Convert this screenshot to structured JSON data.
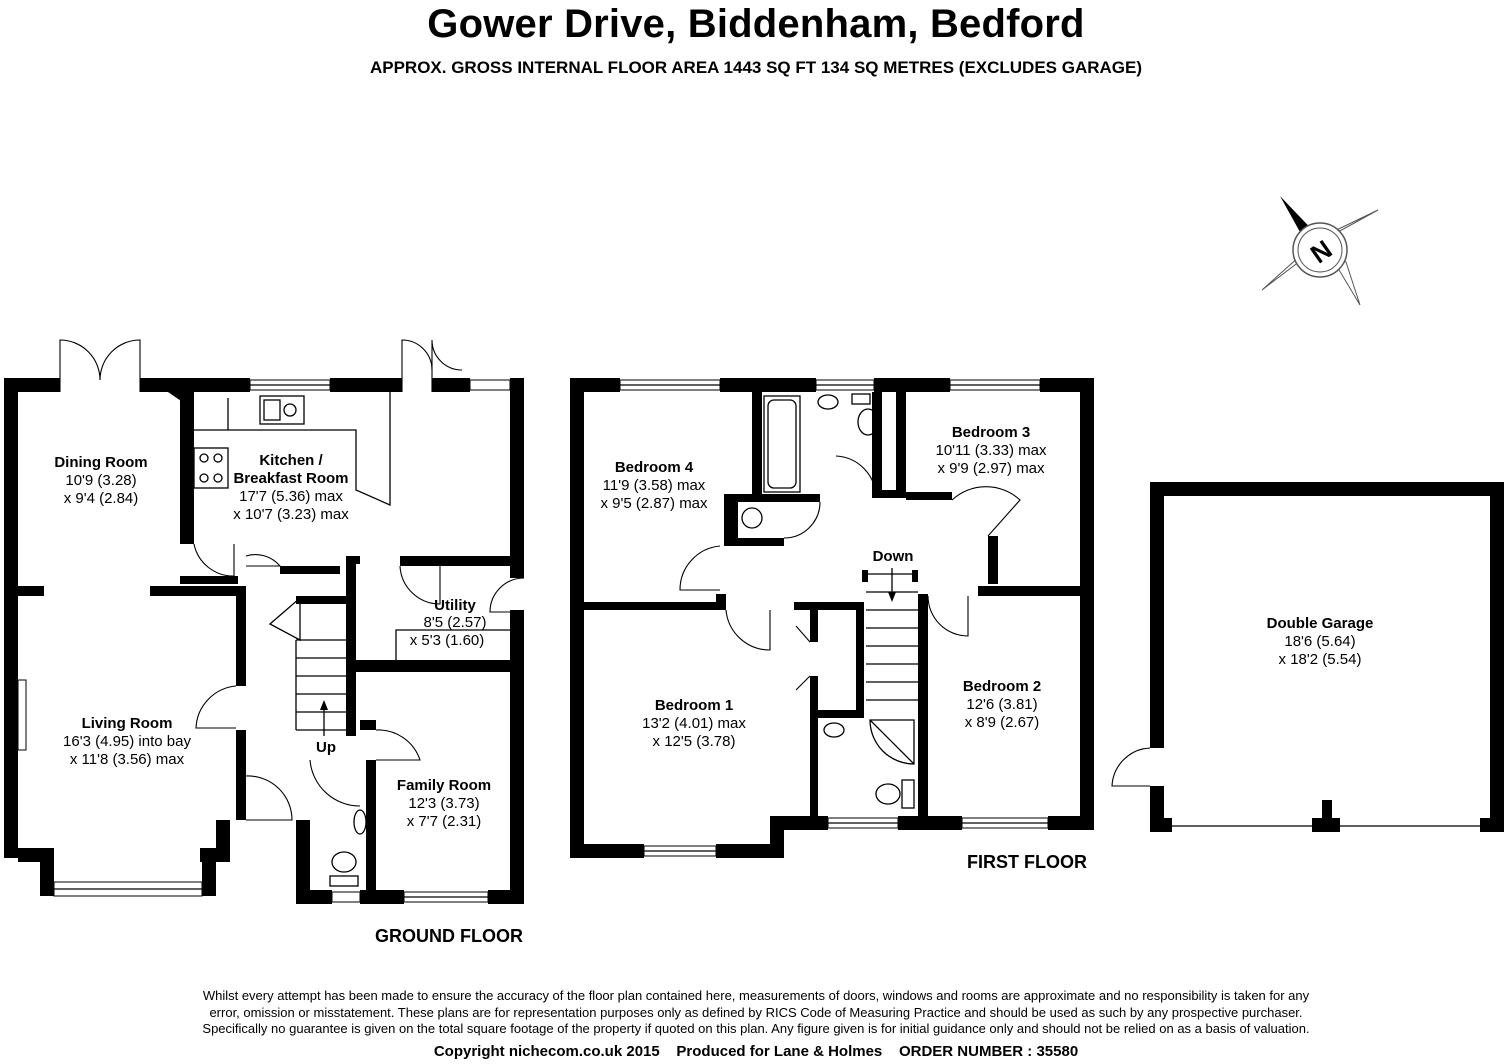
{
  "header": {
    "title": "Gower Drive, Biddenham, Bedford",
    "subtitle": "APPROX. GROSS INTERNAL FLOOR AREA 1443 SQ FT 134 SQ METRES (EXCLUDES GARAGE)"
  },
  "compass": {
    "label": "N"
  },
  "rooms": {
    "dining": {
      "name": "Dining Room",
      "dim1": "10'9 (3.28)",
      "dim2": "x 9'4 (2.84)"
    },
    "kitchen": {
      "name1": "Kitchen /",
      "name2": "Breakfast Room",
      "dim1": "17'7 (5.36) max",
      "dim2": "x 10'7 (3.23) max"
    },
    "utility": {
      "name": "Utility",
      "dim1": "8'5 (2.57)",
      "dim2": "x 5'3 (1.60)"
    },
    "living": {
      "name": "Living Room",
      "dim1": "16'3 (4.95) into bay",
      "dim2": "x 11'8 (3.56) max"
    },
    "family": {
      "name": "Family Room",
      "dim1": "12'3 (3.73)",
      "dim2": "x 7'7 (2.31)"
    },
    "bedroom4": {
      "name": "Bedroom 4",
      "dim1": "11'9 (3.58) max",
      "dim2": "x 9'5 (2.87) max"
    },
    "bedroom3": {
      "name": "Bedroom 3",
      "dim1": "10'11 (3.33) max",
      "dim2": "x 9'9 (2.97) max"
    },
    "bedroom1": {
      "name": "Bedroom 1",
      "dim1": "13'2 (4.01) max",
      "dim2": "x 12'5 (3.78)"
    },
    "bedroom2": {
      "name": "Bedroom 2",
      "dim1": "12'6 (3.81)",
      "dim2": "x 8'9 (2.67)"
    },
    "garage": {
      "name": "Double Garage",
      "dim1": "18'6 (5.64)",
      "dim2": "x 18'2 (5.54)"
    }
  },
  "stairs": {
    "up": "Up",
    "down": "Down"
  },
  "floors": {
    "ground": "GROUND FLOOR",
    "first": "FIRST FLOOR"
  },
  "disclaimer": [
    "Whilst every attempt has been made to ensure the accuracy of the floor plan contained here, measurements of doors, windows and rooms are approximate and no responsibility is taken for any",
    "error, omission or misstatement. These plans are for representation purposes only as defined by RICS Code of Measuring Practice and should be used as such by any prospective purchaser.",
    "Specifically no guarantee is given on the total square footage of the property if quoted on this plan. Any figure given is for initial guidance only and should not be relied on as a basis of valuation."
  ],
  "footer": {
    "copyright": "Copyright nichecom.co.uk 2015",
    "produced": "Produced for Lane & Holmes",
    "order": "ORDER NUMBER : 35580"
  }
}
